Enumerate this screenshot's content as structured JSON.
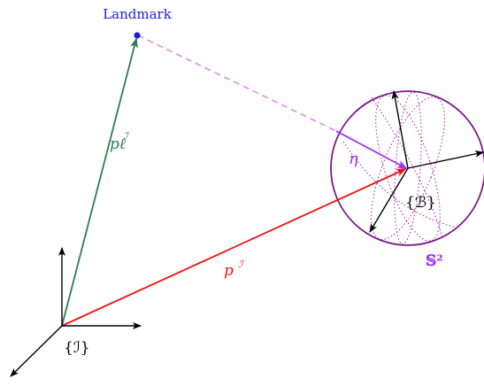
{
  "colors": {
    "landmark": "#1a1aee",
    "p_landmark": "#2e7d4f",
    "p_body": "#ee1111",
    "dashed": "#e08aea",
    "eta": "#9b30ff",
    "sphere": "#7b1a8c",
    "sphere_label": "#9b30ff",
    "dotted": "#a020a0",
    "axes": "#000000"
  },
  "labels": {
    "landmark": "Landmark",
    "p_landmark": "pℓ",
    "p_landmark_sup": "ℐ",
    "p_body": "p",
    "p_body_sup": "ℐ",
    "eta": "η",
    "body_frame": "{ℬ}",
    "inertial_frame": "{ℐ}",
    "sphere": "𝕊²"
  }
}
